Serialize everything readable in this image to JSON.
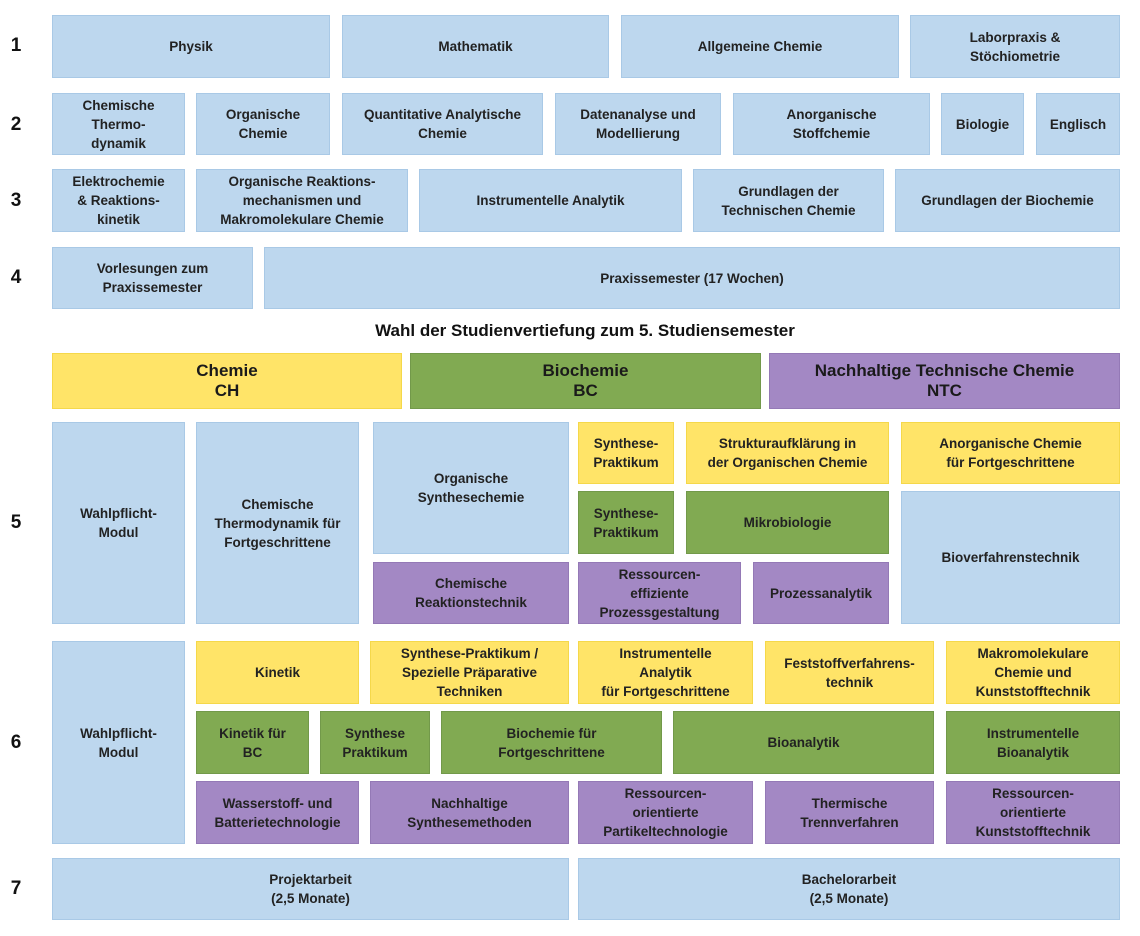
{
  "semesters": [
    "1",
    "2",
    "3",
    "4",
    "5",
    "6",
    "7"
  ],
  "heading": "Wahl der Studienvertiefung zum 5. Studiensemester",
  "colors": {
    "blue": "#bdd7ee",
    "yellow": "#ffe468",
    "green": "#81aa52",
    "purple": "#a388c4"
  },
  "sem1": {
    "physik": "Physik",
    "mathematik": "Mathematik",
    "allgemeine_chemie": "Allgemeine Chemie",
    "laborpraxis": "Laborpraxis &\nStöchiometrie"
  },
  "sem2": {
    "chem_thermo": "Chemische\nThermo-\ndynamik",
    "org_chemie": "Organische\nChemie",
    "quant_analytik": "Quantitative Analytische\nChemie",
    "datenanalyse": "Datenanalyse und\nModellierung",
    "anorg_stoff": "Anorganische\nStoffchemie",
    "biologie": "Biologie",
    "englisch": "Englisch"
  },
  "sem3": {
    "elektrochemie": "Elektrochemie\n& Reaktions-\nkinetik",
    "org_reaktion": "Organische Reaktions-\nmechanismen und\nMakromolekulare Chemie",
    "instr_analytik": "Instrumentelle Analytik",
    "grundl_tech": "Grundlagen der\nTechnischen Chemie",
    "grundl_bio": "Grundlagen der Biochemie"
  },
  "sem4": {
    "vorlesungen": "Vorlesungen zum\nPraxissemester",
    "praxissemester": "Praxissemester (17 Wochen)"
  },
  "tracks": {
    "ch": "Chemie\nCH",
    "bc": "Biochemie\nBC",
    "ntc": "Nachhaltige Technische Chemie\nNTC"
  },
  "sem5": {
    "wahlpflicht": "Wahlpflicht-\nModul",
    "chem_thermo_fort": "Chemische\nThermodynamik für\nFortgeschrittene",
    "org_synthese": "Organische\nSynthesechemie",
    "synthese_prakt_ch": "Synthese-\nPraktikum",
    "strukturaufklaerung": "Strukturaufklärung in\nder Organischen Chemie",
    "anorg_fort": "Anorganische Chemie\nfür Fortgeschrittene",
    "synthese_prakt_bc": "Synthese-\nPraktikum",
    "mikrobiologie": "Mikrobiologie",
    "bioverfahrenstechnik": "Bioverfahrenstechnik",
    "chem_reaktionstechnik": "Chemische\nReaktionstechnik",
    "ressourcen_prozess": "Ressourcen-\neffiziente\nProzessgestaltung",
    "prozessanalytik": "Prozessanalytik"
  },
  "sem6": {
    "wahlpflicht": "Wahlpflicht-\nModul",
    "kinetik": "Kinetik",
    "synthese_spezielle": "Synthese-Praktikum /\nSpezielle Präparative\nTechniken",
    "instr_fort": "Instrumentelle\nAnalytik\nfür Fortgeschrittene",
    "feststoff": "Feststoffverfahrens-\ntechnik",
    "makro_kunststoff": "Makromolekulare\nChemie und\nKunststofftechnik",
    "kinetik_bc": "Kinetik für\nBC",
    "synthese_prakt_bc": "Synthese\nPraktikum",
    "biochemie_fort": "Biochemie für\nFortgeschrittene",
    "bioanalytik": "Bioanalytik",
    "instr_bioanalytik": "Instrumentelle\nBioanalytik",
    "wasserstoff": "Wasserstoff- und\nBatterietechnologie",
    "nachh_synthese": "Nachhaltige\nSynthesemethoden",
    "ressourcen_partikel": "Ressourcen-\norientierte\nPartikeltechnologie",
    "thermische_trenn": "Thermische\nTrennverfahren",
    "ressourcen_kunststoff": "Ressourcen-\norientierte\nKunststofftechnik"
  },
  "sem7": {
    "projektarbeit": "Projektarbeit\n(2,5 Monate)",
    "bachelorarbeit": "Bachelorarbeit\n(2,5 Monate)"
  }
}
